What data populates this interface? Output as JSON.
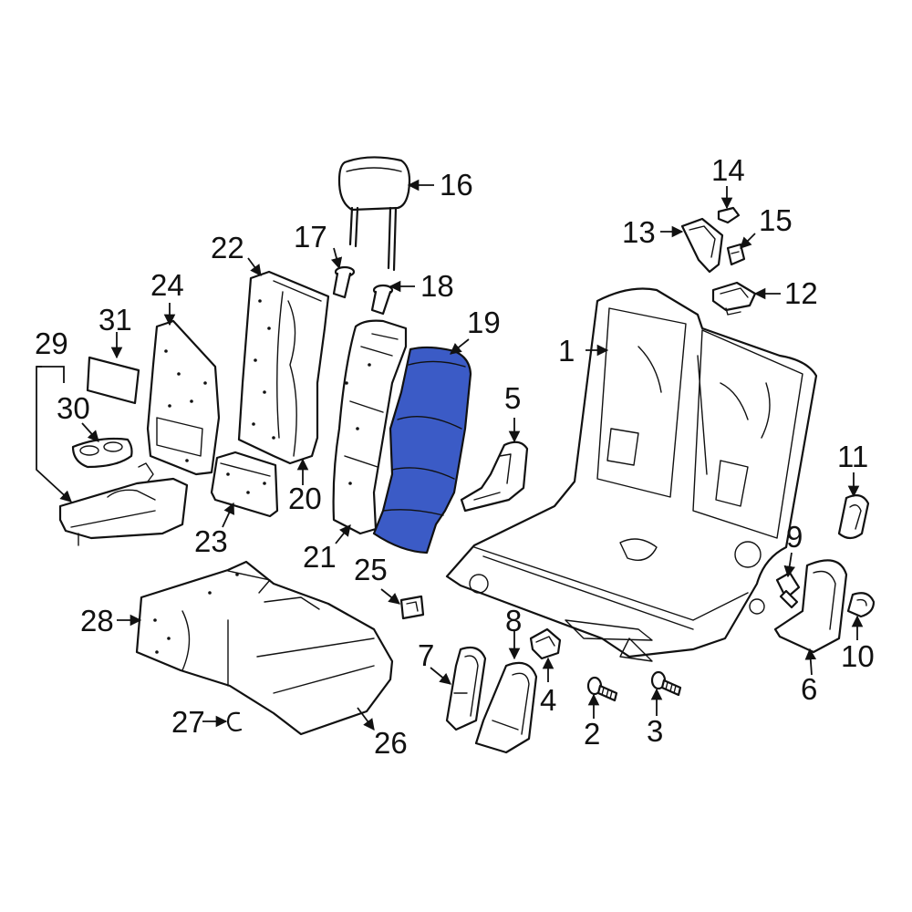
{
  "highlight_color": "#3b5bc6",
  "arrow_icon": "arrow-head",
  "callouts": [
    "1",
    "2",
    "3",
    "4",
    "5",
    "6",
    "7",
    "8",
    "9",
    "10",
    "11",
    "12",
    "13",
    "14",
    "15",
    "16",
    "17",
    "18",
    "19",
    "20",
    "21",
    "22",
    "23",
    "24",
    "25",
    "26",
    "27",
    "28",
    "29",
    "30",
    "31"
  ],
  "highlighted_part": "19"
}
